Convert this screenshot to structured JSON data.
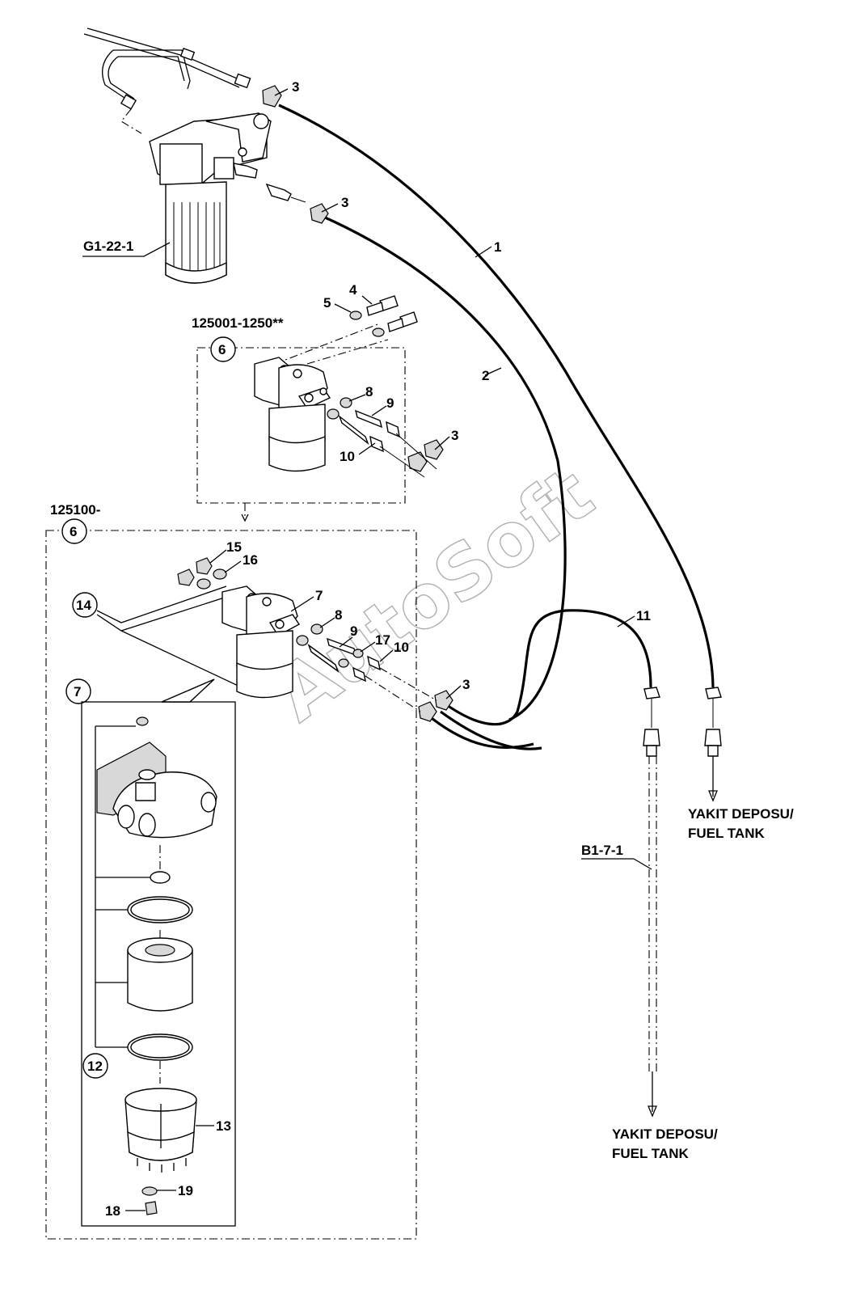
{
  "watermark": "AutoSoft",
  "callouts": {
    "n1": "1",
    "n2": "2",
    "n3a": "3",
    "n3b": "3",
    "n3c": "3",
    "n3d": "3",
    "n4": "4",
    "n5": "5",
    "n6a": "6",
    "n6b": "6",
    "n7a": "7",
    "n7b": "7",
    "n8a": "8",
    "n8b": "8",
    "n9a": "9",
    "n9b": "9",
    "n10a": "10",
    "n10b": "10",
    "n11": "11",
    "n12": "12",
    "n13": "13",
    "n14": "14",
    "n15": "15",
    "n16": "16",
    "n17": "17",
    "n18": "18",
    "n19": "19"
  },
  "references": {
    "g1": "G1-22-1",
    "b1": "B1-7-1",
    "serial_old": "125001-1250**",
    "serial_new": "125100-"
  },
  "destinations": {
    "tank_right_line1": "YAKIT DEPOSU/",
    "tank_right_line2": "FUEL TANK",
    "tank_bottom_line1": "YAKIT DEPOSU/",
    "tank_bottom_line2": "FUEL TANK"
  }
}
